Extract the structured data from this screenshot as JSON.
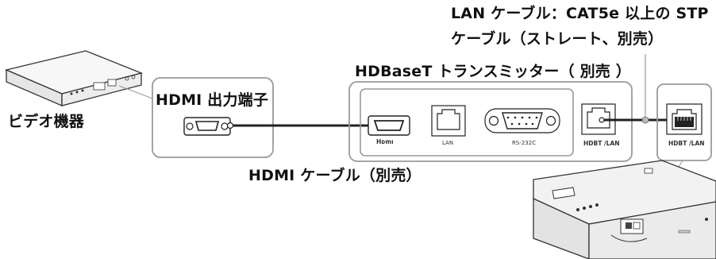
{
  "labels": {
    "lan_cable_line1": "LAN ケーブル：CAT5e 以上の STP",
    "lan_cable_line2": "ケーブル（ストレート、別売）",
    "transmitter": "HDBaseT トランスミッター（ 別売 ）",
    "hdmi_output": "HDMI 出力端子",
    "video_device": "ビデオ機器",
    "hdmi_cable": "HDMI ケーブル（別売）"
  },
  "ports": {
    "hdmi_logo": "Hᴅmı",
    "lan": "LAN",
    "rs232c": "RS-232C",
    "hdbt_lan_tx": "HDBT /LAN",
    "hdbt_lan_proj": "HDBT /LAN"
  },
  "colors": {
    "frame_stroke": "#9a9a9a",
    "cable": "#222222",
    "device_fill": "#f2f2f2"
  },
  "icons": {
    "video_device": "av-device-icon",
    "hdmi_port": "hdmi-port-icon",
    "lan_port": "lan-port-icon",
    "serial_port": "rs232c-port-icon",
    "projector": "projector-icon"
  }
}
